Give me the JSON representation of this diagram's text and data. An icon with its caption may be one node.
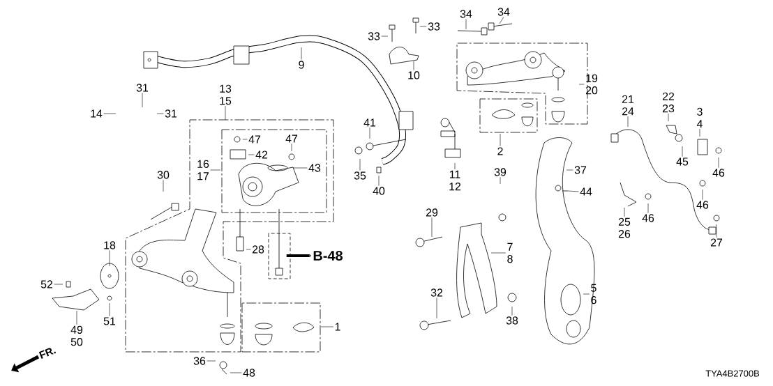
{
  "diagram": {
    "nodes": [
      {
        "text": [
          "9"
        ]
      },
      {
        "text": [
          "33"
        ]
      },
      {
        "text": [
          "33"
        ]
      },
      {
        "text": [
          "34"
        ]
      },
      {
        "text": [
          "34"
        ]
      },
      {
        "text": [
          "10"
        ]
      },
      {
        "text": [
          "19",
          "20"
        ]
      },
      {
        "text": [
          "2"
        ]
      },
      {
        "text": [
          "21",
          "24"
        ]
      },
      {
        "text": [
          "22",
          "23"
        ]
      },
      {
        "text": [
          "3",
          "4"
        ]
      },
      {
        "text": [
          "45"
        ]
      },
      {
        "text": [
          "46"
        ]
      },
      {
        "text": [
          "46"
        ]
      },
      {
        "text": [
          "46"
        ]
      },
      {
        "text": [
          "27"
        ]
      },
      {
        "text": [
          "25",
          "26"
        ]
      },
      {
        "text": [
          "37"
        ]
      },
      {
        "text": [
          "44"
        ]
      },
      {
        "text": [
          "39"
        ]
      },
      {
        "text": [
          "29"
        ]
      },
      {
        "text": [
          "7",
          "8"
        ]
      },
      {
        "text": [
          "32"
        ]
      },
      {
        "text": [
          "38"
        ]
      },
      {
        "text": [
          "5",
          "6"
        ]
      },
      {
        "text": [
          "11",
          "12"
        ]
      },
      {
        "text": [
          "41"
        ]
      },
      {
        "text": [
          "35"
        ]
      },
      {
        "text": [
          "40"
        ]
      },
      {
        "text": [
          "31"
        ]
      },
      {
        "text": [
          "31"
        ]
      },
      {
        "text": [
          "14"
        ]
      },
      {
        "text": [
          "13",
          "15"
        ]
      },
      {
        "text": [
          "47"
        ]
      },
      {
        "text": [
          "47"
        ]
      },
      {
        "text": [
          "42"
        ]
      },
      {
        "text": [
          "43"
        ]
      },
      {
        "text": [
          "16",
          "17"
        ]
      },
      {
        "text": [
          "30"
        ]
      },
      {
        "text": [
          "18"
        ]
      },
      {
        "text": [
          "52"
        ]
      },
      {
        "text": [
          "51"
        ]
      },
      {
        "text": [
          "49",
          "50"
        ]
      },
      {
        "text": [
          "28"
        ]
      },
      {
        "text": [
          "1"
        ]
      },
      {
        "text": [
          "36"
        ]
      },
      {
        "text": [
          "48"
        ]
      },
      {
        "text": [
          "B-48"
        ]
      }
    ],
    "edges": [
      {
        "from": 0,
        "to": null,
        "arrow": "none"
      },
      {
        "from": 1,
        "to": null,
        "arrow": "none"
      },
      {
        "from": 2,
        "to": null,
        "arrow": "none"
      },
      {
        "from": 3,
        "to": null,
        "arrow": "none"
      },
      {
        "from": 4,
        "to": null,
        "arrow": "none"
      },
      {
        "from": 5,
        "to": null,
        "arrow": "none"
      },
      {
        "from": 6,
        "to": null,
        "arrow": "none"
      },
      {
        "from": 7,
        "to": null,
        "arrow": "none"
      },
      {
        "from": 8,
        "to": null,
        "arrow": "none"
      },
      {
        "from": 9,
        "to": null,
        "arrow": "none"
      },
      {
        "from": 10,
        "to": null,
        "arrow": "none"
      },
      {
        "from": 11,
        "to": null,
        "arrow": "none"
      },
      {
        "from": 12,
        "to": null,
        "arrow": "none"
      },
      {
        "from": 13,
        "to": null,
        "arrow": "none"
      },
      {
        "from": 14,
        "to": null,
        "arrow": "none"
      },
      {
        "from": 15,
        "to": null,
        "arrow": "none"
      },
      {
        "from": 16,
        "to": null,
        "arrow": "none"
      },
      {
        "from": 17,
        "to": null,
        "arrow": "none"
      },
      {
        "from": 18,
        "to": null,
        "arrow": "none"
      },
      {
        "from": 19,
        "to": null,
        "arrow": "none"
      },
      {
        "from": 20,
        "to": null,
        "arrow": "none"
      },
      {
        "from": 21,
        "to": null,
        "arrow": "none"
      },
      {
        "from": 22,
        "to": null,
        "arrow": "none"
      },
      {
        "from": 23,
        "to": null,
        "arrow": "none"
      },
      {
        "from": 24,
        "to": null,
        "arrow": "none"
      },
      {
        "from": 25,
        "to": null,
        "arrow": "none"
      },
      {
        "from": 26,
        "to": null,
        "arrow": "none"
      },
      {
        "from": 27,
        "to": null,
        "arrow": "none"
      },
      {
        "from": 28,
        "to": null,
        "arrow": "none"
      },
      {
        "from": 29,
        "to": null,
        "arrow": "none"
      },
      {
        "from": 30,
        "to": null,
        "arrow": "none"
      },
      {
        "from": 31,
        "to": null,
        "arrow": "none"
      },
      {
        "from": 32,
        "to": null,
        "arrow": "none"
      },
      {
        "from": 33,
        "to": null,
        "arrow": "none"
      },
      {
        "from": 34,
        "to": null,
        "arrow": "none"
      },
      {
        "from": 35,
        "to": null,
        "arrow": "none"
      },
      {
        "from": 36,
        "to": null,
        "arrow": "none"
      },
      {
        "from": 37,
        "to": null,
        "arrow": "none"
      },
      {
        "from": 38,
        "to": null,
        "arrow": "none"
      },
      {
        "from": 39,
        "to": null,
        "arrow": "none"
      },
      {
        "from": 40,
        "to": null,
        "arrow": "none"
      },
      {
        "from": 41,
        "to": null,
        "arrow": "none"
      },
      {
        "from": 42,
        "to": null,
        "arrow": "none"
      },
      {
        "from": 43,
        "to": null,
        "arrow": "none"
      },
      {
        "from": 44,
        "to": null,
        "arrow": "none"
      },
      {
        "from": 45,
        "to": null,
        "arrow": "none"
      },
      {
        "from": 46,
        "to": null,
        "arrow": "none"
      },
      {
        "from": null,
        "to": 47,
        "arrow": "to",
        "style": "thick"
      }
    ],
    "labels": [
      "FR.",
      "TYA4B2700B"
    ]
  }
}
